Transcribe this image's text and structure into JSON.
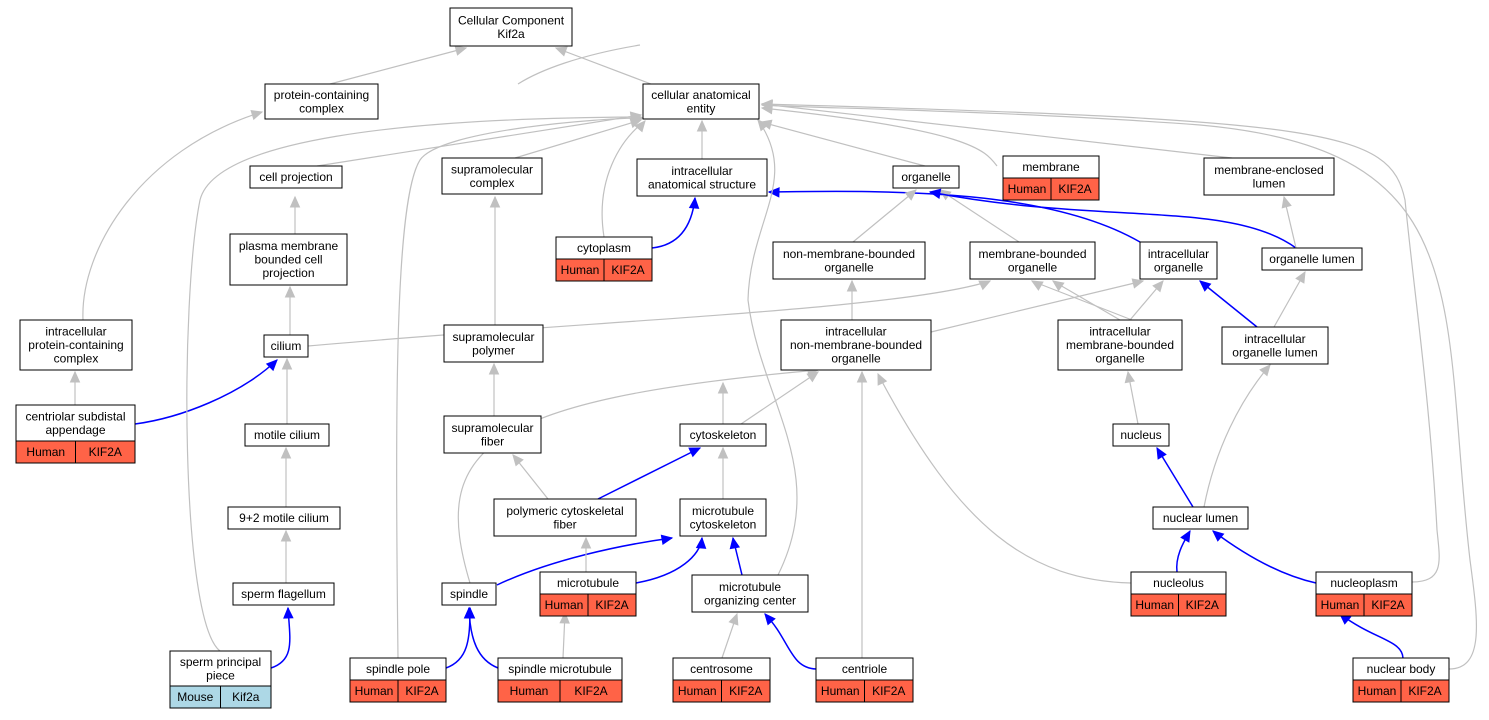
{
  "colors": {
    "human_fill": "#ff6347",
    "mouse_fill": "#add8e6",
    "edge_gray": "#c0c0c0",
    "edge_blue": "#0000ff"
  },
  "nodes": {
    "root": [
      "Cellular Component",
      "Kif2a"
    ],
    "protein_containing_complex": [
      "protein-containing",
      "complex"
    ],
    "cellular_anatomical_entity": [
      "cellular anatomical",
      "entity"
    ],
    "cell_projection": [
      "cell projection"
    ],
    "supramolecular_complex": [
      "supramolecular",
      "complex"
    ],
    "intracellular_anatomical_structure": [
      "intracellular",
      "anatomical structure"
    ],
    "organelle": [
      "organelle"
    ],
    "membrane": [
      "membrane"
    ],
    "membrane_enclosed_lumen": [
      "membrane-enclosed",
      "lumen"
    ],
    "plasma_membrane_bounded_cell_projection": [
      "plasma membrane",
      "bounded cell",
      "projection"
    ],
    "cytoplasm": [
      "cytoplasm"
    ],
    "non_membrane_bounded_organelle": [
      "non-membrane-bounded",
      "organelle"
    ],
    "membrane_bounded_organelle": [
      "membrane-bounded",
      "organelle"
    ],
    "intracellular_organelle": [
      "intracellular",
      "organelle"
    ],
    "organelle_lumen": [
      "organelle lumen"
    ],
    "intracellular_protein_containing_complex": [
      "intracellular",
      "protein-containing",
      "complex"
    ],
    "cilium": [
      "cilium"
    ],
    "supramolecular_polymer": [
      "supramolecular",
      "polymer"
    ],
    "intracellular_non_membrane_bounded_organelle": [
      "intracellular",
      "non-membrane-bounded",
      "organelle"
    ],
    "intracellular_membrane_bounded_organelle": [
      "intracellular",
      "membrane-bounded",
      "organelle"
    ],
    "intracellular_organelle_lumen": [
      "intracellular",
      "organelle lumen"
    ],
    "centriolar_subdistal_appendage": [
      "centriolar subdistal",
      "appendage"
    ],
    "motile_cilium": [
      "motile cilium"
    ],
    "supramolecular_fiber": [
      "supramolecular",
      "fiber"
    ],
    "cytoskeleton": [
      "cytoskeleton"
    ],
    "nucleus": [
      "nucleus"
    ],
    "nine_plus_two_motile_cilium": [
      "9+2 motile cilium"
    ],
    "polymeric_cytoskeletal_fiber": [
      "polymeric cytoskeletal",
      "fiber"
    ],
    "microtubule_cytoskeleton": [
      "microtubule",
      "cytoskeleton"
    ],
    "nuclear_lumen": [
      "nuclear lumen"
    ],
    "sperm_flagellum": [
      "sperm flagellum"
    ],
    "spindle": [
      "spindle"
    ],
    "microtubule": [
      "microtubule"
    ],
    "microtubule_organizing_center": [
      "microtubule",
      "organizing center"
    ],
    "nucleolus": [
      "nucleolus"
    ],
    "nucleoplasm": [
      "nucleoplasm"
    ],
    "sperm_principal_piece": [
      "sperm principal",
      "piece"
    ],
    "spindle_pole": [
      "spindle pole"
    ],
    "spindle_microtubule": [
      "spindle microtubule"
    ],
    "centrosome": [
      "centrosome"
    ],
    "centriole": [
      "centriole"
    ],
    "nuclear_body": [
      "nuclear body"
    ]
  },
  "annotations": {
    "membrane": [
      "Human",
      "KIF2A"
    ],
    "cytoplasm": [
      "Human",
      "KIF2A"
    ],
    "centriolar_subdistal_appendage": [
      "Human",
      "KIF2A"
    ],
    "microtubule": [
      "Human",
      "KIF2A"
    ],
    "nucleolus": [
      "Human",
      "KIF2A"
    ],
    "nucleoplasm": [
      "Human",
      "KIF2A"
    ],
    "sperm_principal_piece": [
      "Mouse",
      "Kif2a"
    ],
    "spindle_pole": [
      "Human",
      "KIF2A"
    ],
    "spindle_microtubule": [
      "Human",
      "KIF2A"
    ],
    "centrosome": [
      "Human",
      "KIF2A"
    ],
    "centriole": [
      "Human",
      "KIF2A"
    ],
    "nuclear_body": [
      "Human",
      "KIF2A"
    ]
  }
}
